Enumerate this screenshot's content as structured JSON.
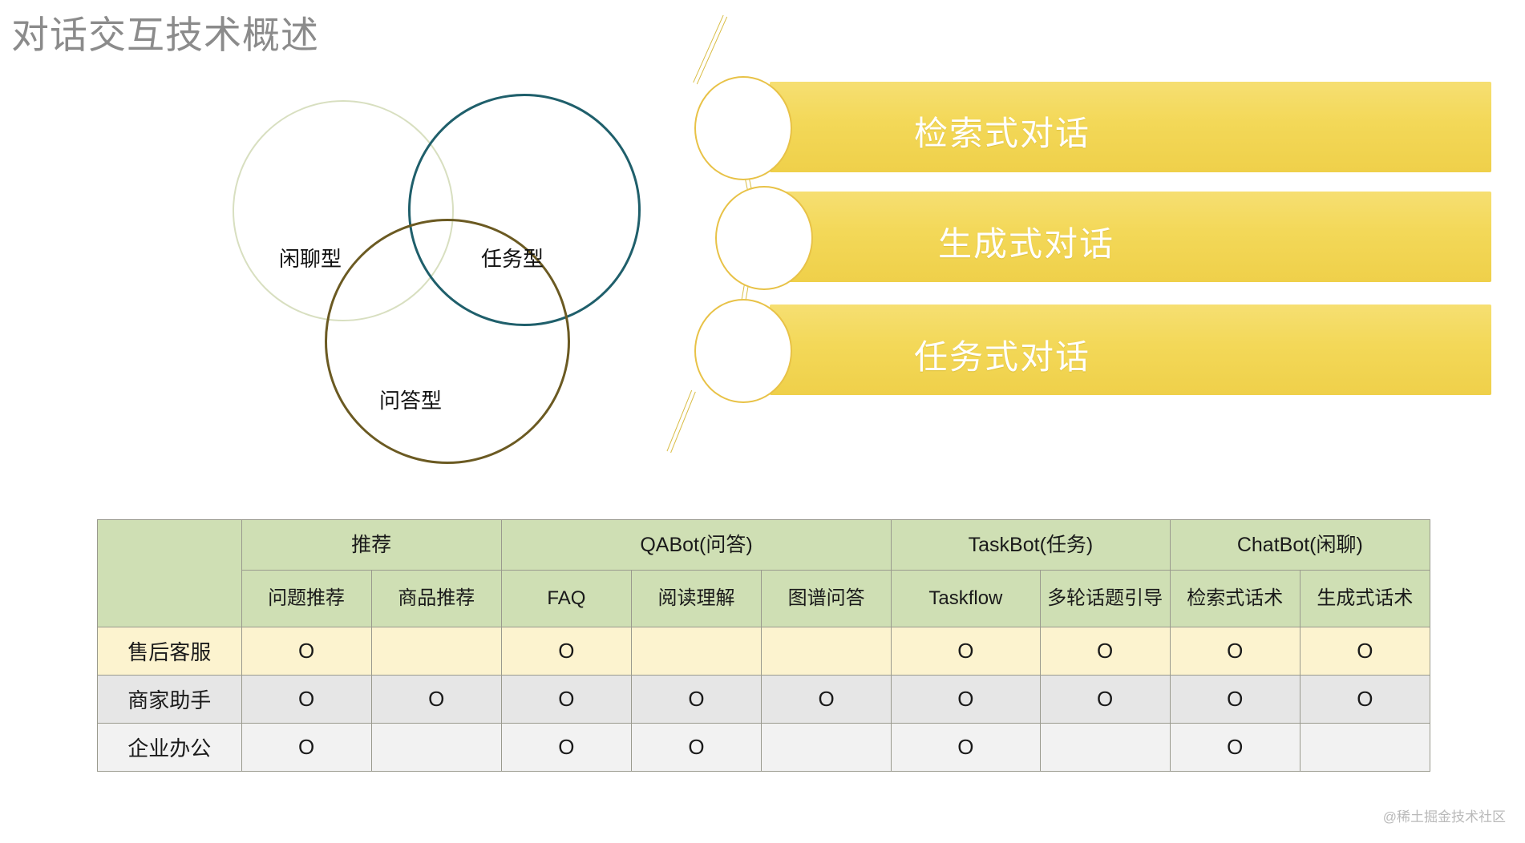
{
  "title": "对话交互技术概述",
  "venn": {
    "circles": [
      {
        "label": "闲聊型",
        "color": "#d8dfc0",
        "name": "chat"
      },
      {
        "label": "任务型",
        "color": "#1f5f6b",
        "name": "task"
      },
      {
        "label": "问答型",
        "color": "#6b5a22",
        "name": "qa"
      }
    ]
  },
  "flow": {
    "accent": "#f2d75a",
    "bars": [
      {
        "label": "检索式对话"
      },
      {
        "label": "生成式对话"
      },
      {
        "label": "任务式对话"
      }
    ]
  },
  "matrix": {
    "header_bg": "#cfdfb4",
    "corner": "",
    "groups": [
      {
        "label": "推荐",
        "span": 2
      },
      {
        "label": "QABot(问答)",
        "span": 3
      },
      {
        "label": "TaskBot(任务)",
        "span": 2
      },
      {
        "label": "ChatBot(闲聊)",
        "span": 2
      }
    ],
    "subheaders": [
      "问题推荐",
      "商品推荐",
      "FAQ",
      "阅读理解",
      "图谱问答",
      "Taskflow",
      "多轮话题引导",
      "检索式话术",
      "生成式话术"
    ],
    "mark": "O",
    "rows": [
      {
        "label": "售后客服",
        "bg": "#fcf3cf",
        "cells": [
          "O",
          "",
          "O",
          "",
          "",
          "O",
          "O",
          "O",
          "O"
        ]
      },
      {
        "label": "商家助手",
        "bg": "#e6e6e6",
        "cells": [
          "O",
          "O",
          "O",
          "O",
          "O",
          "O",
          "O",
          "O",
          "O"
        ]
      },
      {
        "label": "企业办公",
        "bg": "#f2f2f2",
        "cells": [
          "O",
          "",
          "O",
          "O",
          "",
          "O",
          "",
          "O",
          ""
        ]
      }
    ]
  },
  "watermark": "@稀土掘金技术社区"
}
